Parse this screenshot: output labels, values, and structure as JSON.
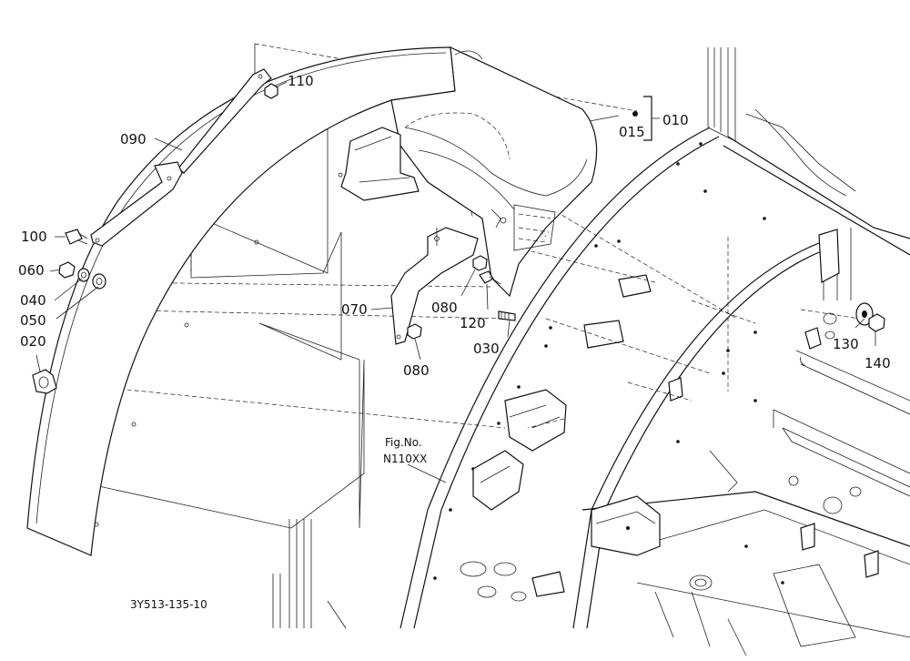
{
  "callouts": {
    "p110": "110",
    "p090": "090",
    "p100": "100",
    "p060": "060",
    "p040": "040",
    "p050": "050",
    "p020": "020",
    "p015": "015",
    "p010": "010",
    "p070": "070",
    "p080a": "080",
    "p080b": "080",
    "p120": "120",
    "p030": "030",
    "p130": "130",
    "p140": "140"
  },
  "figure_ref": {
    "line1": "Fig.No.",
    "line2": "N110XX"
  },
  "drawing_code": "3Y513-135-10",
  "colors": {
    "ink": "#111111",
    "background": "#ffffff"
  }
}
